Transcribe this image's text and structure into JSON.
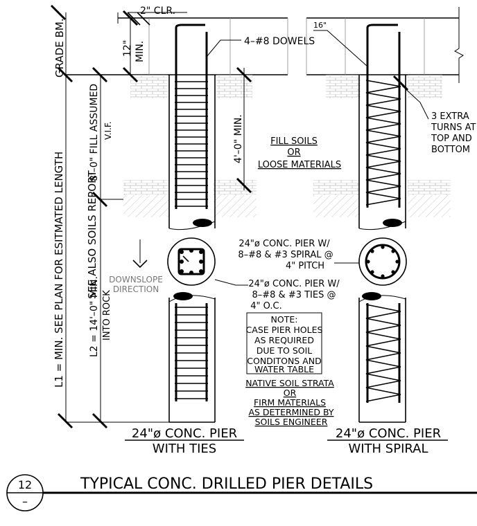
{
  "title": "TYPICAL CONC. DRILLED PIER DETAILS",
  "detail_number": "12",
  "detail_sheet": "–",
  "labels": {
    "clr": "2\" CLR.",
    "grade_bm": "GRADE BM.",
    "twelve": "12\"",
    "min": "MIN.",
    "dowels": "4–#8 DOWELS",
    "sixteen": "16\"",
    "extra_turns": [
      "3 EXTRA",
      "TURNS AT",
      "TOP AND",
      "BOTTOM"
    ],
    "l1_line1": "L1 = MIN. SEE PLAN FOR ESITMATED LENGTH",
    "l1_line2": "SEE ALSO SOILS REPORT",
    "fill_assumed": "8'–0\" FILL ASSUMED",
    "vif": "V.I.F.",
    "four_ft_min": "4'–0\" MIN.",
    "fill_soils": [
      "FILL SOILS",
      "OR",
      "LOOSE MATERIALS"
    ],
    "l2_line1": "L2 = 14'–0\" MIN.",
    "l2_line2": "INTO ROCK",
    "downslope": [
      "DOWNSLOPE",
      "DIRECTION"
    ],
    "spiral_pier": [
      "24\"ø CONC. PIER W/",
      "8–#8 & #3 SPIRAL @",
      "4\" PITCH"
    ],
    "ties_pier": [
      "24\"ø CONC. PIER W/",
      "8–#8 & #3 TIES @",
      "4\" O.C."
    ],
    "note": [
      "NOTE:",
      "CASE PIER HOLES",
      "AS REQUIRED",
      "DUE TO SOIL",
      "CONDITONS AND",
      "WATER TABLE"
    ],
    "native_soil": [
      "NATIVE SOIL STRATA",
      "OR",
      "FIRM MATERIALS",
      "AS DETERMINED BY",
      "SOILS ENGINEER"
    ],
    "caption_left": [
      "24\"ø CONC. PIER",
      "WITH TIES"
    ],
    "caption_right": [
      "24\"ø CONC. PIER",
      "WITH SPIRAL"
    ]
  }
}
